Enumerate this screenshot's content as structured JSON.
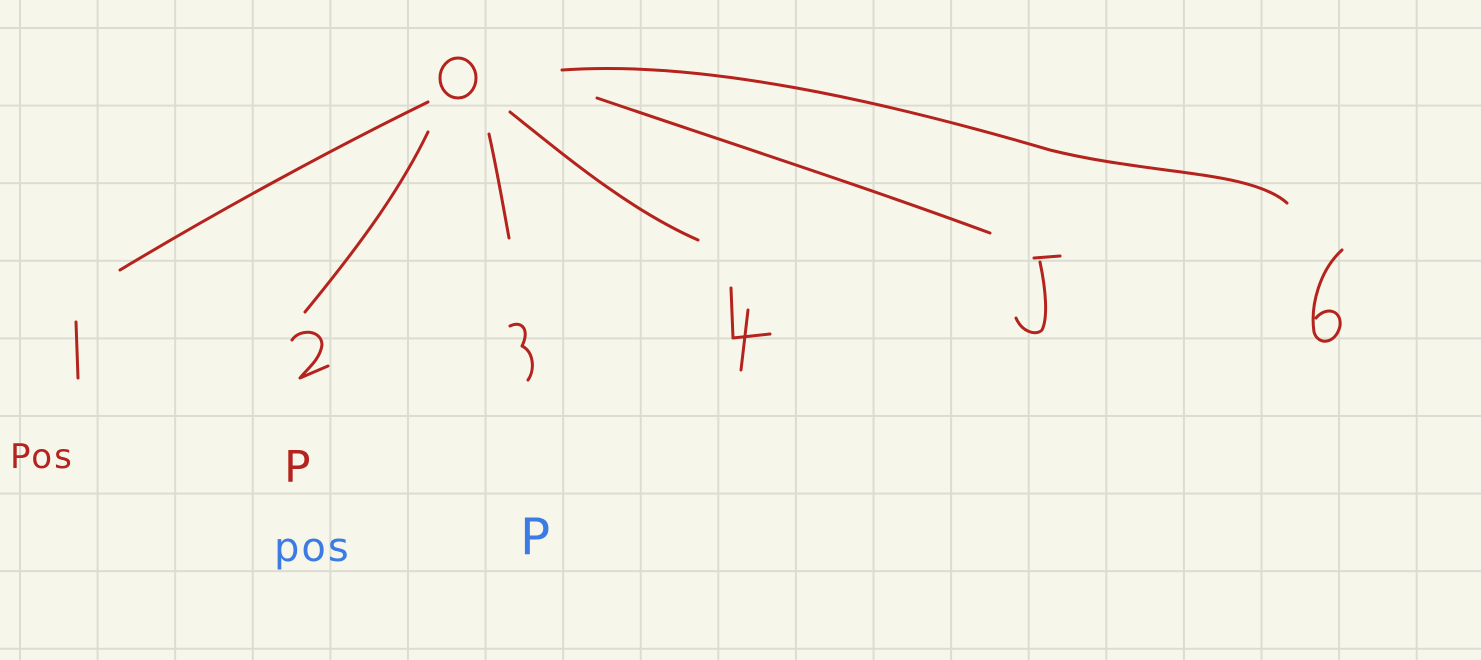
{
  "canvas": {
    "background_color": "#f6f6ea",
    "grid_color": "#dcdcd2"
  },
  "ink_colors": {
    "red": "#b4231d",
    "blue": "#3b7be3"
  },
  "tree": {
    "root": "0",
    "children": [
      "1",
      "2",
      "3",
      "4",
      "5",
      "6"
    ]
  },
  "annotations": {
    "under_1": "Pos",
    "under_2_red": "P",
    "under_2_blue": "pos",
    "under_3_blue": "P"
  }
}
